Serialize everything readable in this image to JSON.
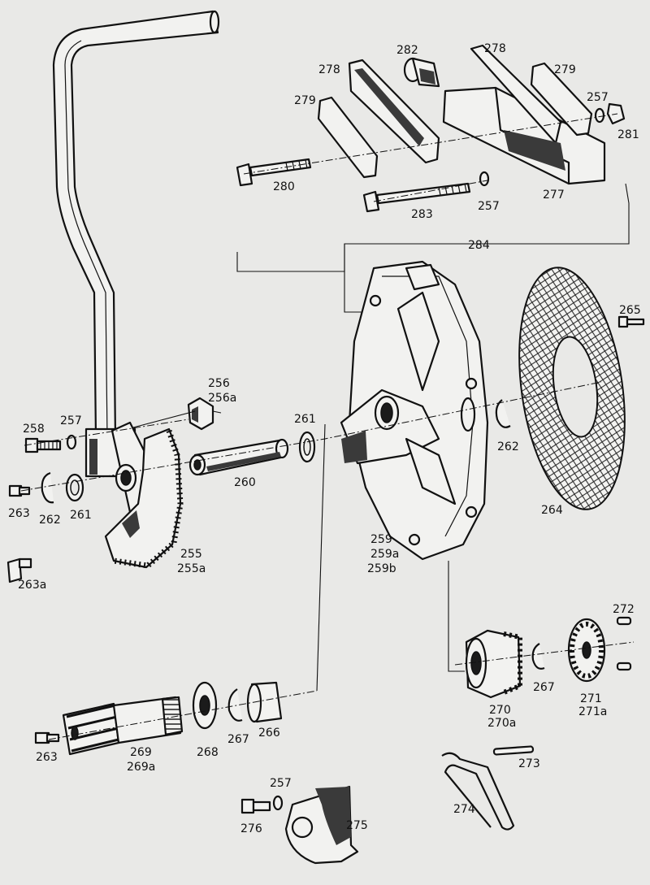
{
  "labels": {
    "l282": "282",
    "l278a": "278",
    "l278b": "278",
    "l279a": "279",
    "l279b": "279",
    "l257a": "257",
    "l281": "281",
    "l280": "280",
    "l283": "283",
    "l257b": "257",
    "l277": "277",
    "l284": "284",
    "l265": "265",
    "l256": "256",
    "l256a": "256a",
    "l258": "258",
    "l257c": "257",
    "l261a": "261",
    "l263a": "263",
    "l262a": "262",
    "l261b": "261",
    "l260": "260",
    "l262b": "262",
    "l264": "264",
    "l255": "255",
    "l255a": "255a",
    "l259": "259",
    "l259a": "259a",
    "l259b": "259b",
    "l263alt": "263a",
    "l272": "272",
    "l267a": "267",
    "l270": "270",
    "l270a": "270a",
    "l271": "271",
    "l271a": "271a",
    "l263b": "263",
    "l269": "269",
    "l269a": "269a",
    "l268": "268",
    "l267b": "267",
    "l266": "266",
    "l273": "273",
    "l257d": "257",
    "l274": "274",
    "l276": "276",
    "l275": "275"
  }
}
